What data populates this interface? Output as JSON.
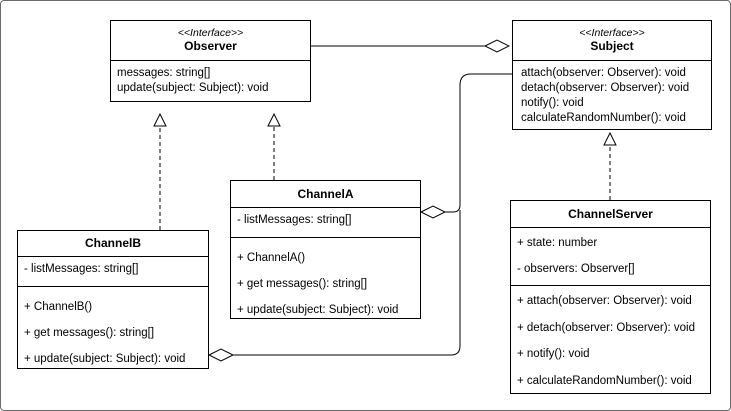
{
  "observer": {
    "stereotype": "<<Interface>>",
    "name": "Observer",
    "members": [
      "messages: string[]",
      "update(subject: Subject): void"
    ]
  },
  "subject": {
    "stereotype": "<<Interface>>",
    "name": "Subject",
    "members": [
      "attach(observer: Observer): void",
      "detach(observer: Observer): void",
      "notify(): void",
      "calculateRandomNumber(): void"
    ]
  },
  "channelA": {
    "name": "ChannelA",
    "attributes": [
      "- listMessages: string[]"
    ],
    "methods": [
      "+ ChannelA()",
      "+ get messages(): string[]",
      "+ update(subject: Subject): void"
    ]
  },
  "channelB": {
    "name": "ChannelB",
    "attributes": [
      "- listMessages: string[]"
    ],
    "methods": [
      "+ ChannelB()",
      "+ get messages(): string[]",
      "+ update(subject: Subject): void"
    ]
  },
  "channelServer": {
    "name": "ChannelServer",
    "attributes": [
      "+ state: number",
      "- observers: Observer[]"
    ],
    "methods": [
      "+ attach(observer: Observer): void",
      "+ detach(observer: Observer): void",
      "+ notify(): void",
      "+ calculateRandomNumber(): void"
    ]
  }
}
